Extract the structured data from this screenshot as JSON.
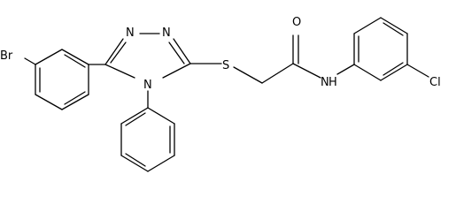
{
  "atoms": {
    "bromine": "Br",
    "nitrogen_triazole_left": "N",
    "nitrogen_triazole_right": "N",
    "nitrogen_triazole_4": "N",
    "sulfur": "S",
    "oxygen": "O",
    "nitrogen_amide": "N",
    "hydrogen_amide": "H",
    "chlorine": "Cl"
  },
  "colors": {
    "bond": "#000000",
    "label": "#000000",
    "background": "#ffffff"
  }
}
